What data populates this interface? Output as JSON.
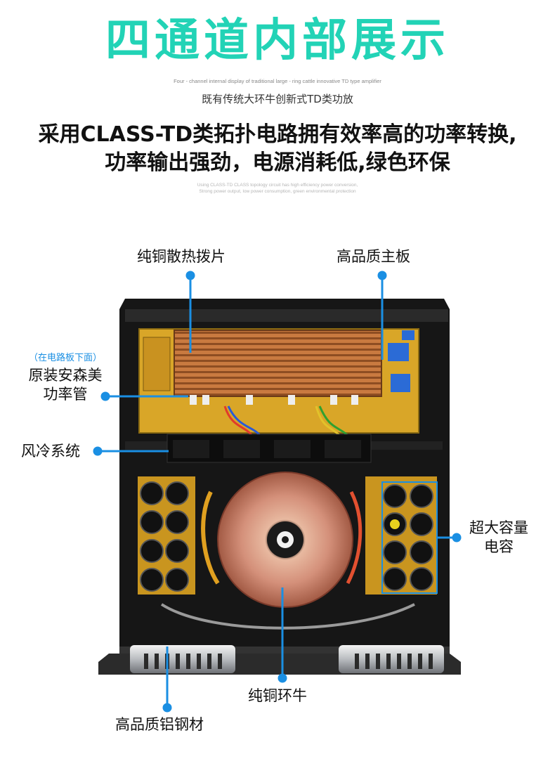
{
  "header": {
    "title": "四通道内部展示",
    "subtitle_en": "Four - channel internal display of traditional large - ring cattle innovative TD type amplifier",
    "subtitle_cn": "既有传统大环牛创新式TD类功放",
    "headline_1": "采用CLASS-TD类拓扑电路拥有效率高的功率转换,",
    "headline_2": "功率输出强劲，电源消耗低,绿色环保",
    "note_en_1": "Using CLASS-TD CLASS topology circuit has high efficiency power conversion,",
    "note_en_2": "Strong power output, low power consumption, green environmental protection"
  },
  "callouts": {
    "heatsink": "纯铜散热拨片",
    "mainboard": "高品质主板",
    "under_board_note": "（在电路板下面）",
    "transistor_1": "原装安森美",
    "transistor_2": "功率管",
    "fan_system": "风冷系统",
    "capacitor_1": "超大容量",
    "capacitor_2": "电容",
    "toroid": "纯铜环牛",
    "chassis": "高品质铝钢材"
  },
  "colors": {
    "accent_title": "#22d3b6",
    "callout_blue": "#1a8fe3",
    "board_yellow": "#d9a628",
    "copper": "#c4723a",
    "chassis_dark": "#1c1c1c"
  }
}
